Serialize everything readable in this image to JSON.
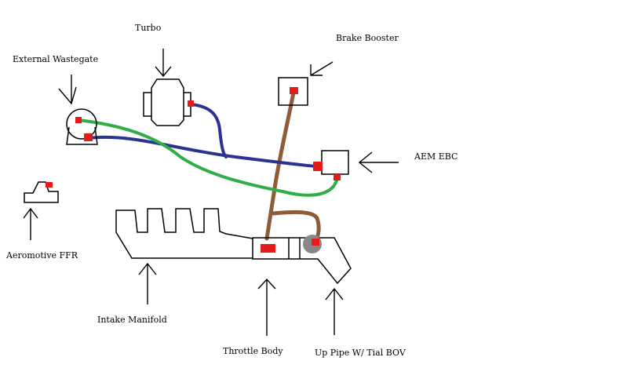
{
  "labels": {
    "turbo": "Turbo",
    "external_wastegate": "External Wastegate",
    "brake_booster": "Brake Booster",
    "aem_ebc": "AEM EBC",
    "aeromotive_ffr": "Aeromotive FFR",
    "intake_manifold": "Intake Manifold",
    "throttle_body": "Throttle Body",
    "up_pipe": "Up Pipe W/ Tial BOV"
  },
  "colors": {
    "outline": "#000000",
    "port": "#e31b1b",
    "blue_line": "#2b3390",
    "green_line": "#2fae48",
    "brown_line": "#8f5c3a",
    "bov_fill": "#888888"
  }
}
